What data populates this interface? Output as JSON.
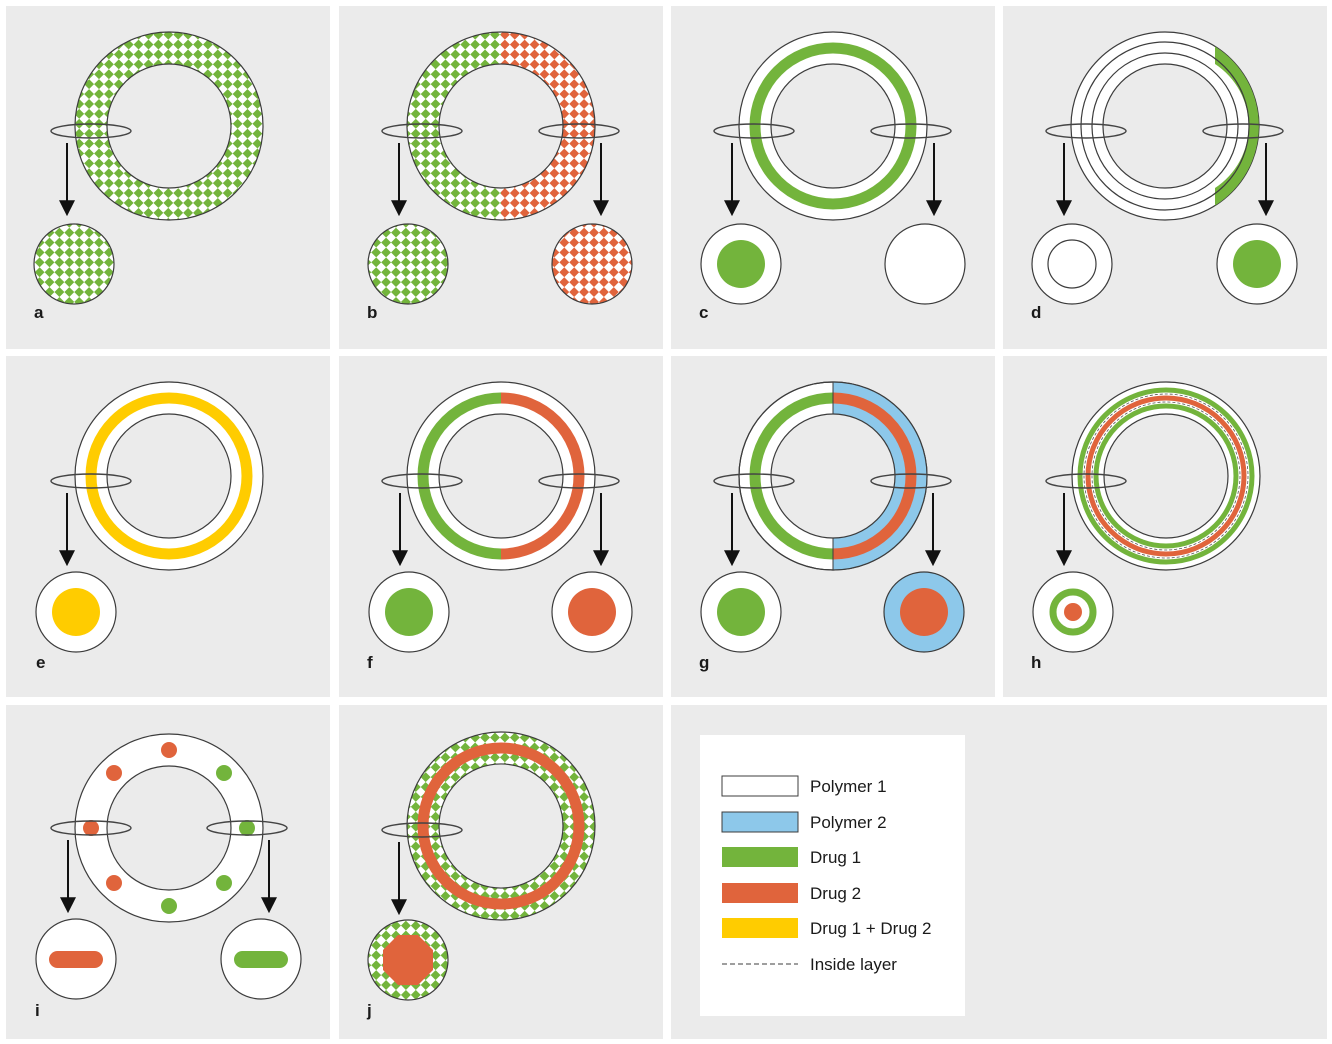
{
  "colors": {
    "panel_bg": "#ebebeb",
    "polymer1": "#ffffff",
    "polymer2": "#8dc8ea",
    "drug1": "#73b43c",
    "drug2": "#e0643c",
    "drug_combo": "#ffcc00",
    "outline": "#3c3c3c"
  },
  "panels": [
    {
      "id": "a",
      "label": "a"
    },
    {
      "id": "b",
      "label": "b"
    },
    {
      "id": "c",
      "label": "c"
    },
    {
      "id": "d",
      "label": "d"
    },
    {
      "id": "e",
      "label": "e"
    },
    {
      "id": "f",
      "label": "f"
    },
    {
      "id": "g",
      "label": "g"
    },
    {
      "id": "h",
      "label": "h"
    },
    {
      "id": "i",
      "label": "i"
    },
    {
      "id": "j",
      "label": "j"
    }
  ],
  "legend": {
    "items": [
      {
        "label": "Polymer 1",
        "swatch": "polymer1"
      },
      {
        "label": "Polymer 2",
        "swatch": "polymer2"
      },
      {
        "label": "Drug 1",
        "swatch": "drug1"
      },
      {
        "label": "Drug 2",
        "swatch": "drug2"
      },
      {
        "label": "Drug 1 + Drug 2",
        "swatch": "drug_combo"
      },
      {
        "label": "Inside layer",
        "swatch": "dashed"
      }
    ]
  }
}
